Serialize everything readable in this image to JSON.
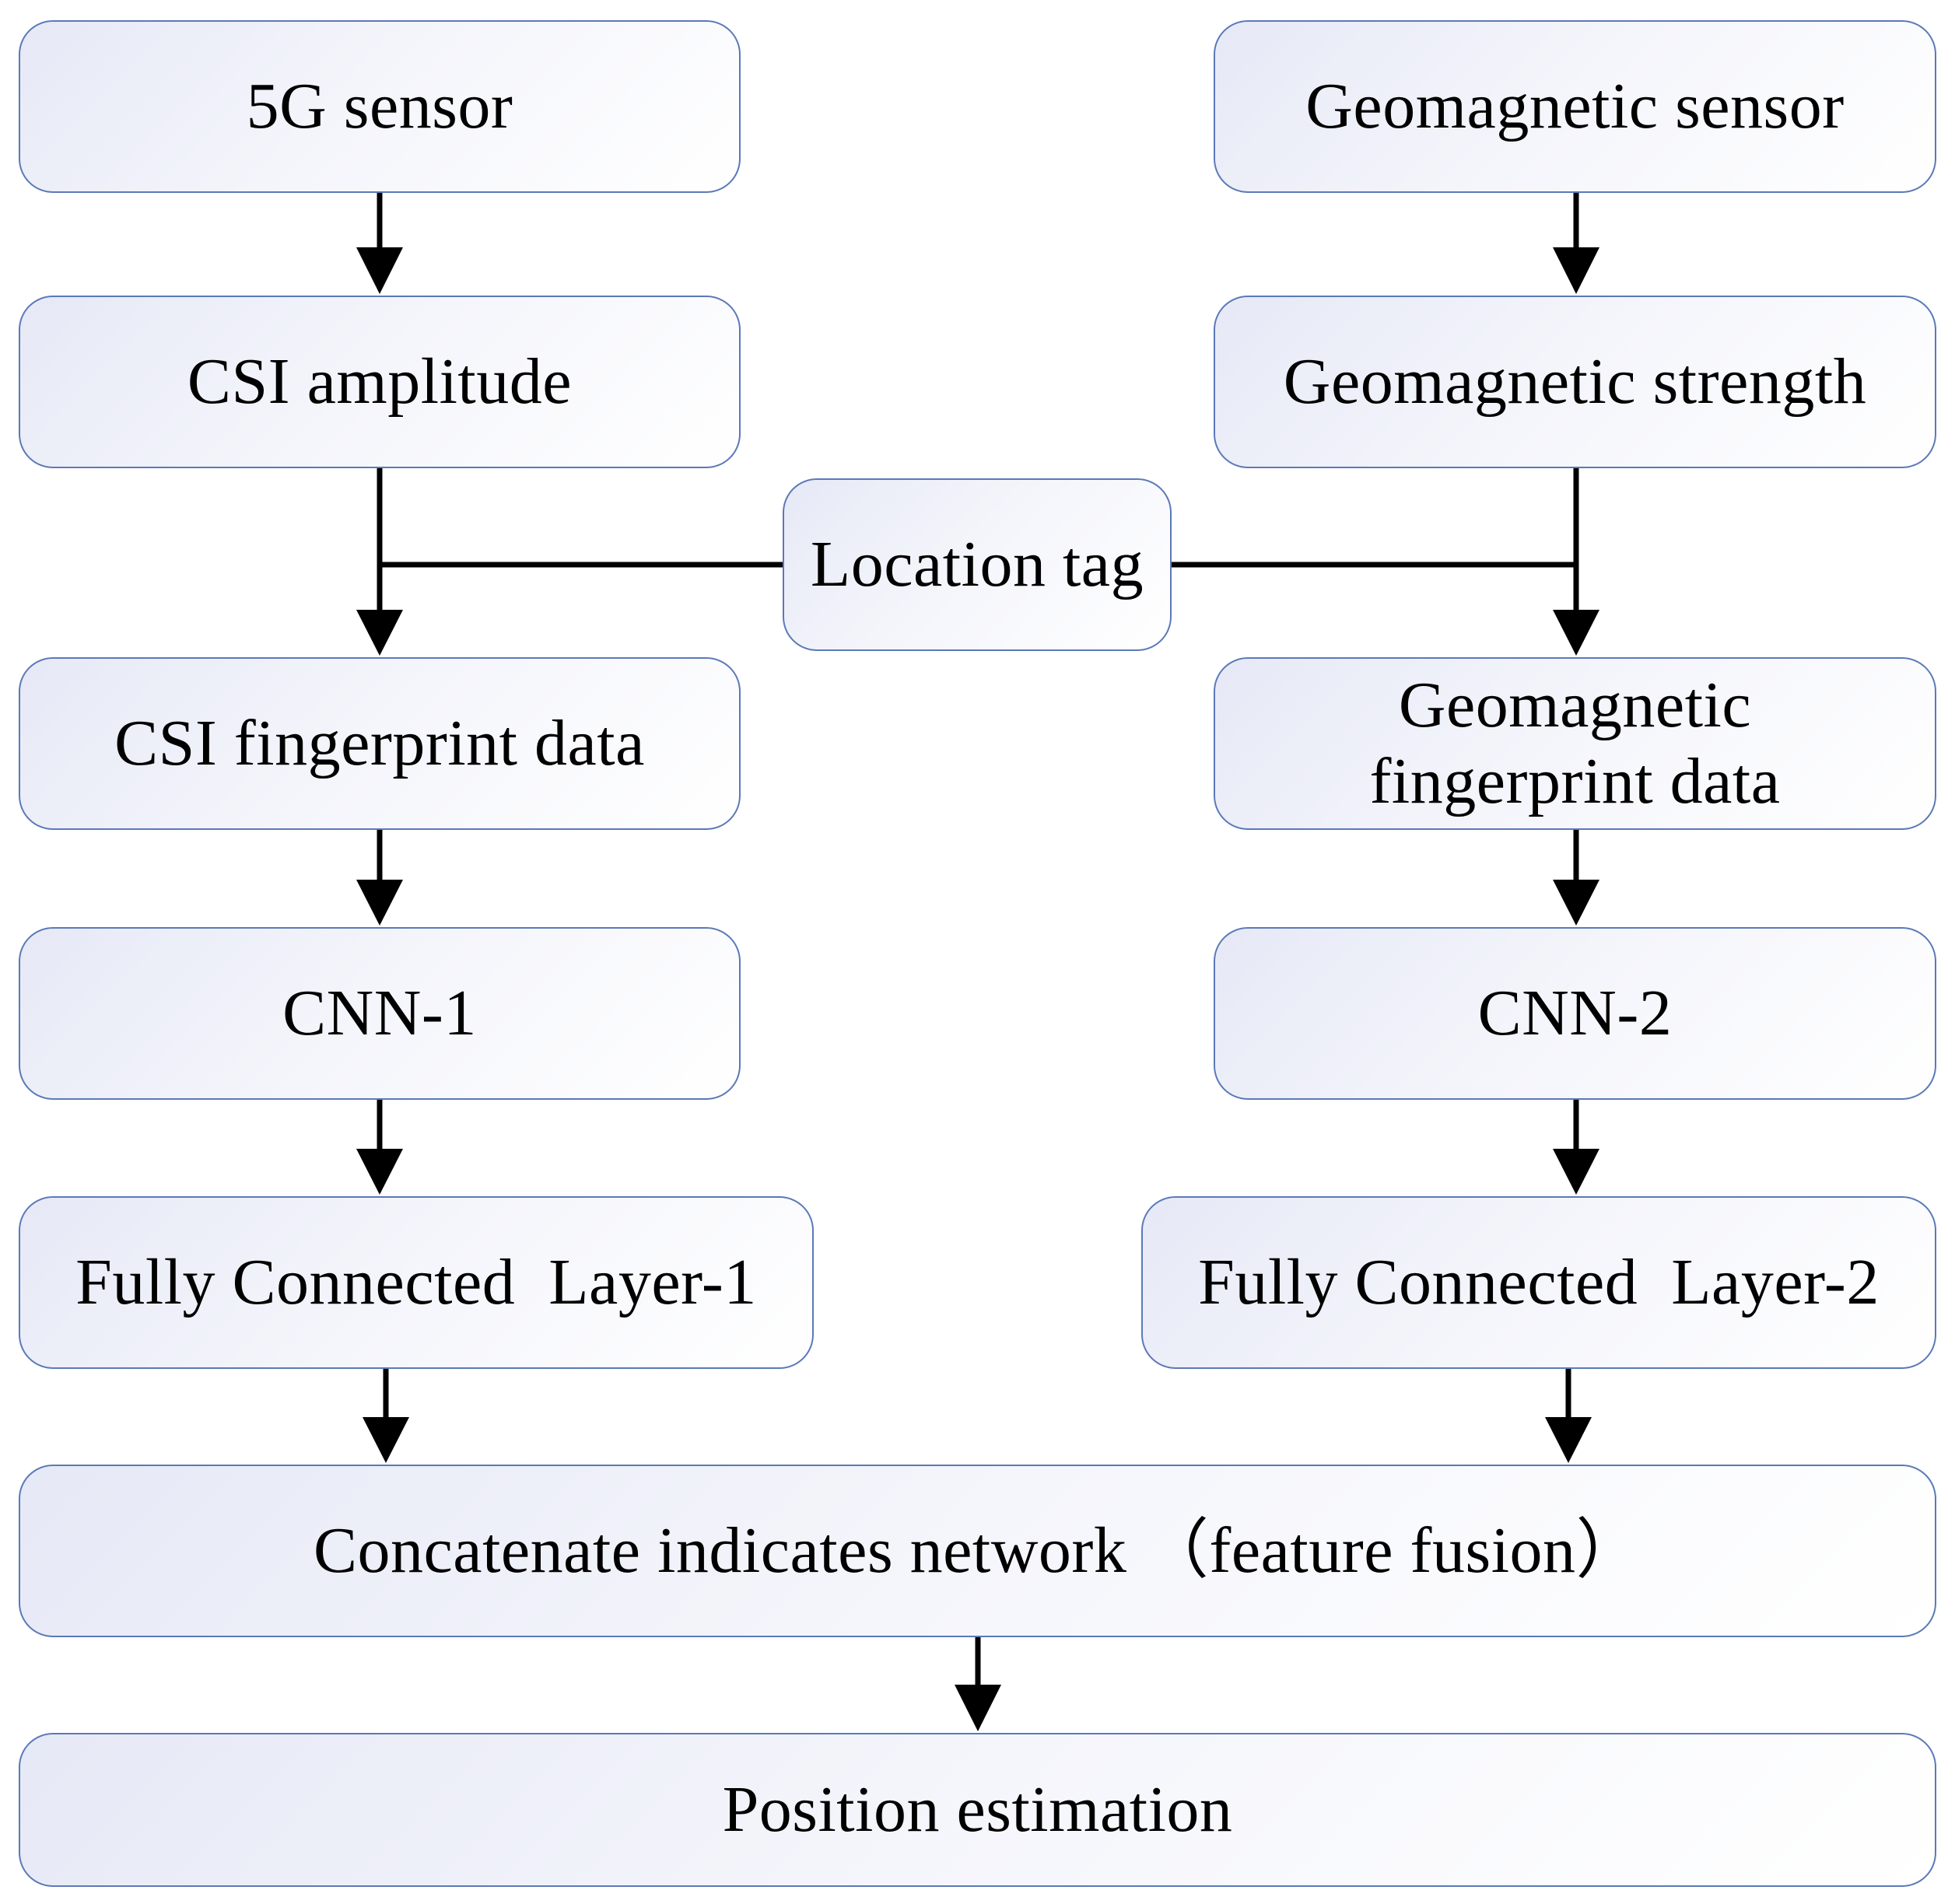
{
  "nodes": {
    "sensor_5g": "5G sensor",
    "sensor_geo": "Geomagnetic sensor",
    "csi_amplitude": "CSI amplitude",
    "geo_strength": "Geomagnetic strength",
    "location_tag": "Location tag",
    "csi_fingerprint": "CSI fingerprint data",
    "geo_fingerprint_line1": "Geomagnetic",
    "geo_fingerprint_line2": "fingerprint data",
    "cnn1": "CNN-1",
    "cnn2": "CNN-2",
    "fc1": "Fully Connected  Layer-1",
    "fc2": "Fully Connected  Layer-2",
    "concat": "Concatenate indicates network （feature fusion）",
    "position": "Position estimation"
  },
  "colors": {
    "box_border": "#5b79b8",
    "box_fill_start": "#e6e9f6",
    "box_fill_end": "#ffffff",
    "arrow": "#000000"
  }
}
